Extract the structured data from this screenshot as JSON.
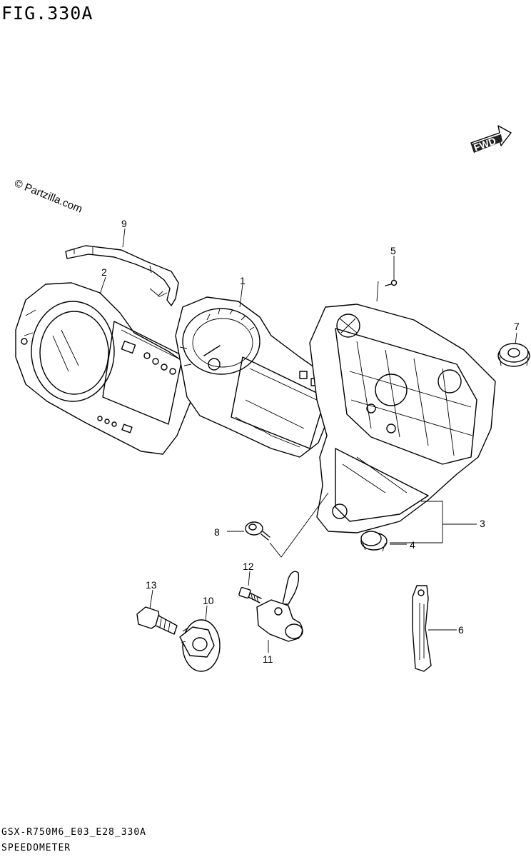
{
  "figure": {
    "title": "FIG.330A",
    "watermark": "© Partzilla.com",
    "direction_label": "FWD",
    "code": "GSX-R750M6_E03_E28_330A",
    "name": "SPEEDOMETER"
  },
  "callouts": [
    "1",
    "2",
    "3",
    "4",
    "5",
    "6",
    "7",
    "8",
    "9",
    "10",
    "11",
    "12",
    "13"
  ]
}
